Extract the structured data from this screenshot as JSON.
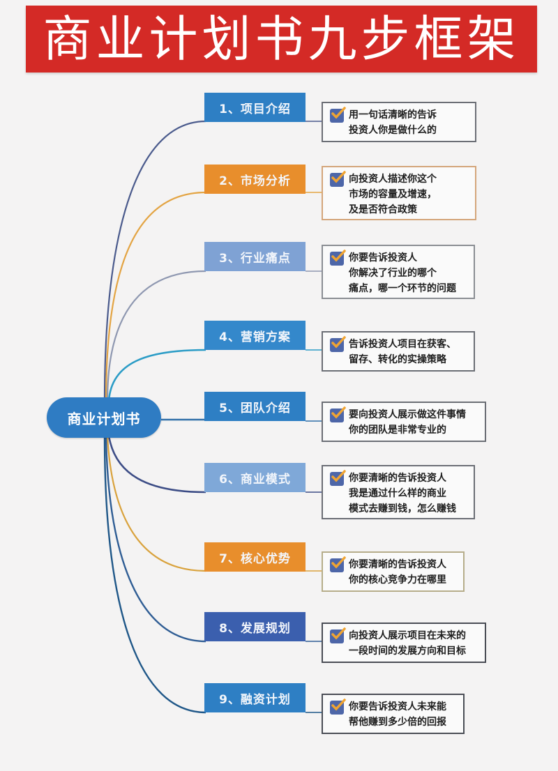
{
  "title": "商业计划书九步框架",
  "center": {
    "label": "商业计划书",
    "color": "#2f7cc3"
  },
  "colors": {
    "title_bg": "#d42a26",
    "check_bg": "#4d66a8",
    "check_mark": "#f0a432"
  },
  "steps": [
    {
      "label": "1、项目介绍",
      "color": "#2e7fc4",
      "line_color": "#4a5a8c",
      "border": "#6b6e75",
      "desc": [
        "用一句话清晰的告诉",
        "投资人你是做什么的"
      ]
    },
    {
      "label": "2、市场分析",
      "color": "#e88e2c",
      "line_color": "#e3a443",
      "border": "#d4a57a",
      "desc": [
        "向投资人描述你这个",
        "市场的容量及增速，",
        "及是否符合政策"
      ]
    },
    {
      "label": "3、行业痛点",
      "color": "#7fa2d4",
      "line_color": "#8e97b0",
      "border": "#8a8d93",
      "desc": [
        "你要告诉投资人",
        "你解决了行业的哪个",
        "痛点，哪一个环节的问题"
      ]
    },
    {
      "label": "4、营销方案",
      "color": "#3488cb",
      "line_color": "#2b9cc6",
      "border": "#6b6e75",
      "desc": [
        "告诉投资人项目在获客、",
        "留存、转化的实操策略"
      ]
    },
    {
      "label": "5、团队介绍",
      "color": "#2e7fc4",
      "line_color": "#2f6ea8",
      "border": "#6b6e75",
      "desc": [
        "要向投资人展示做这件事情",
        "你的团队是非常专业的"
      ]
    },
    {
      "label": "6、商业模式",
      "color": "#7fa8d8",
      "line_color": "#3d4d86",
      "border": "#6b6e75",
      "desc": [
        "你要清晰的告诉投资人",
        "我是通过什么样的商业",
        "模式去赚到钱，怎么赚钱"
      ]
    },
    {
      "label": "7、核心优势",
      "color": "#e88e2c",
      "line_color": "#d9a23c",
      "border": "#b6ad8a",
      "desc": [
        "你要清晰的告诉投资人",
        "你的核心竞争力在哪里"
      ]
    },
    {
      "label": "8、发展规划",
      "color": "#3b5fae",
      "line_color": "#2f5d94",
      "border": "#4a4d55",
      "desc": [
        "向投资人展示项目在未来的",
        "一段时间的发展方向和目标"
      ]
    },
    {
      "label": "9、融资计划",
      "color": "#2e7fc4",
      "line_color": "#1f5788",
      "border": "#4a4d55",
      "desc": [
        "你要告诉投资人未来能",
        "帮他赚到多少倍的回报"
      ]
    }
  ]
}
